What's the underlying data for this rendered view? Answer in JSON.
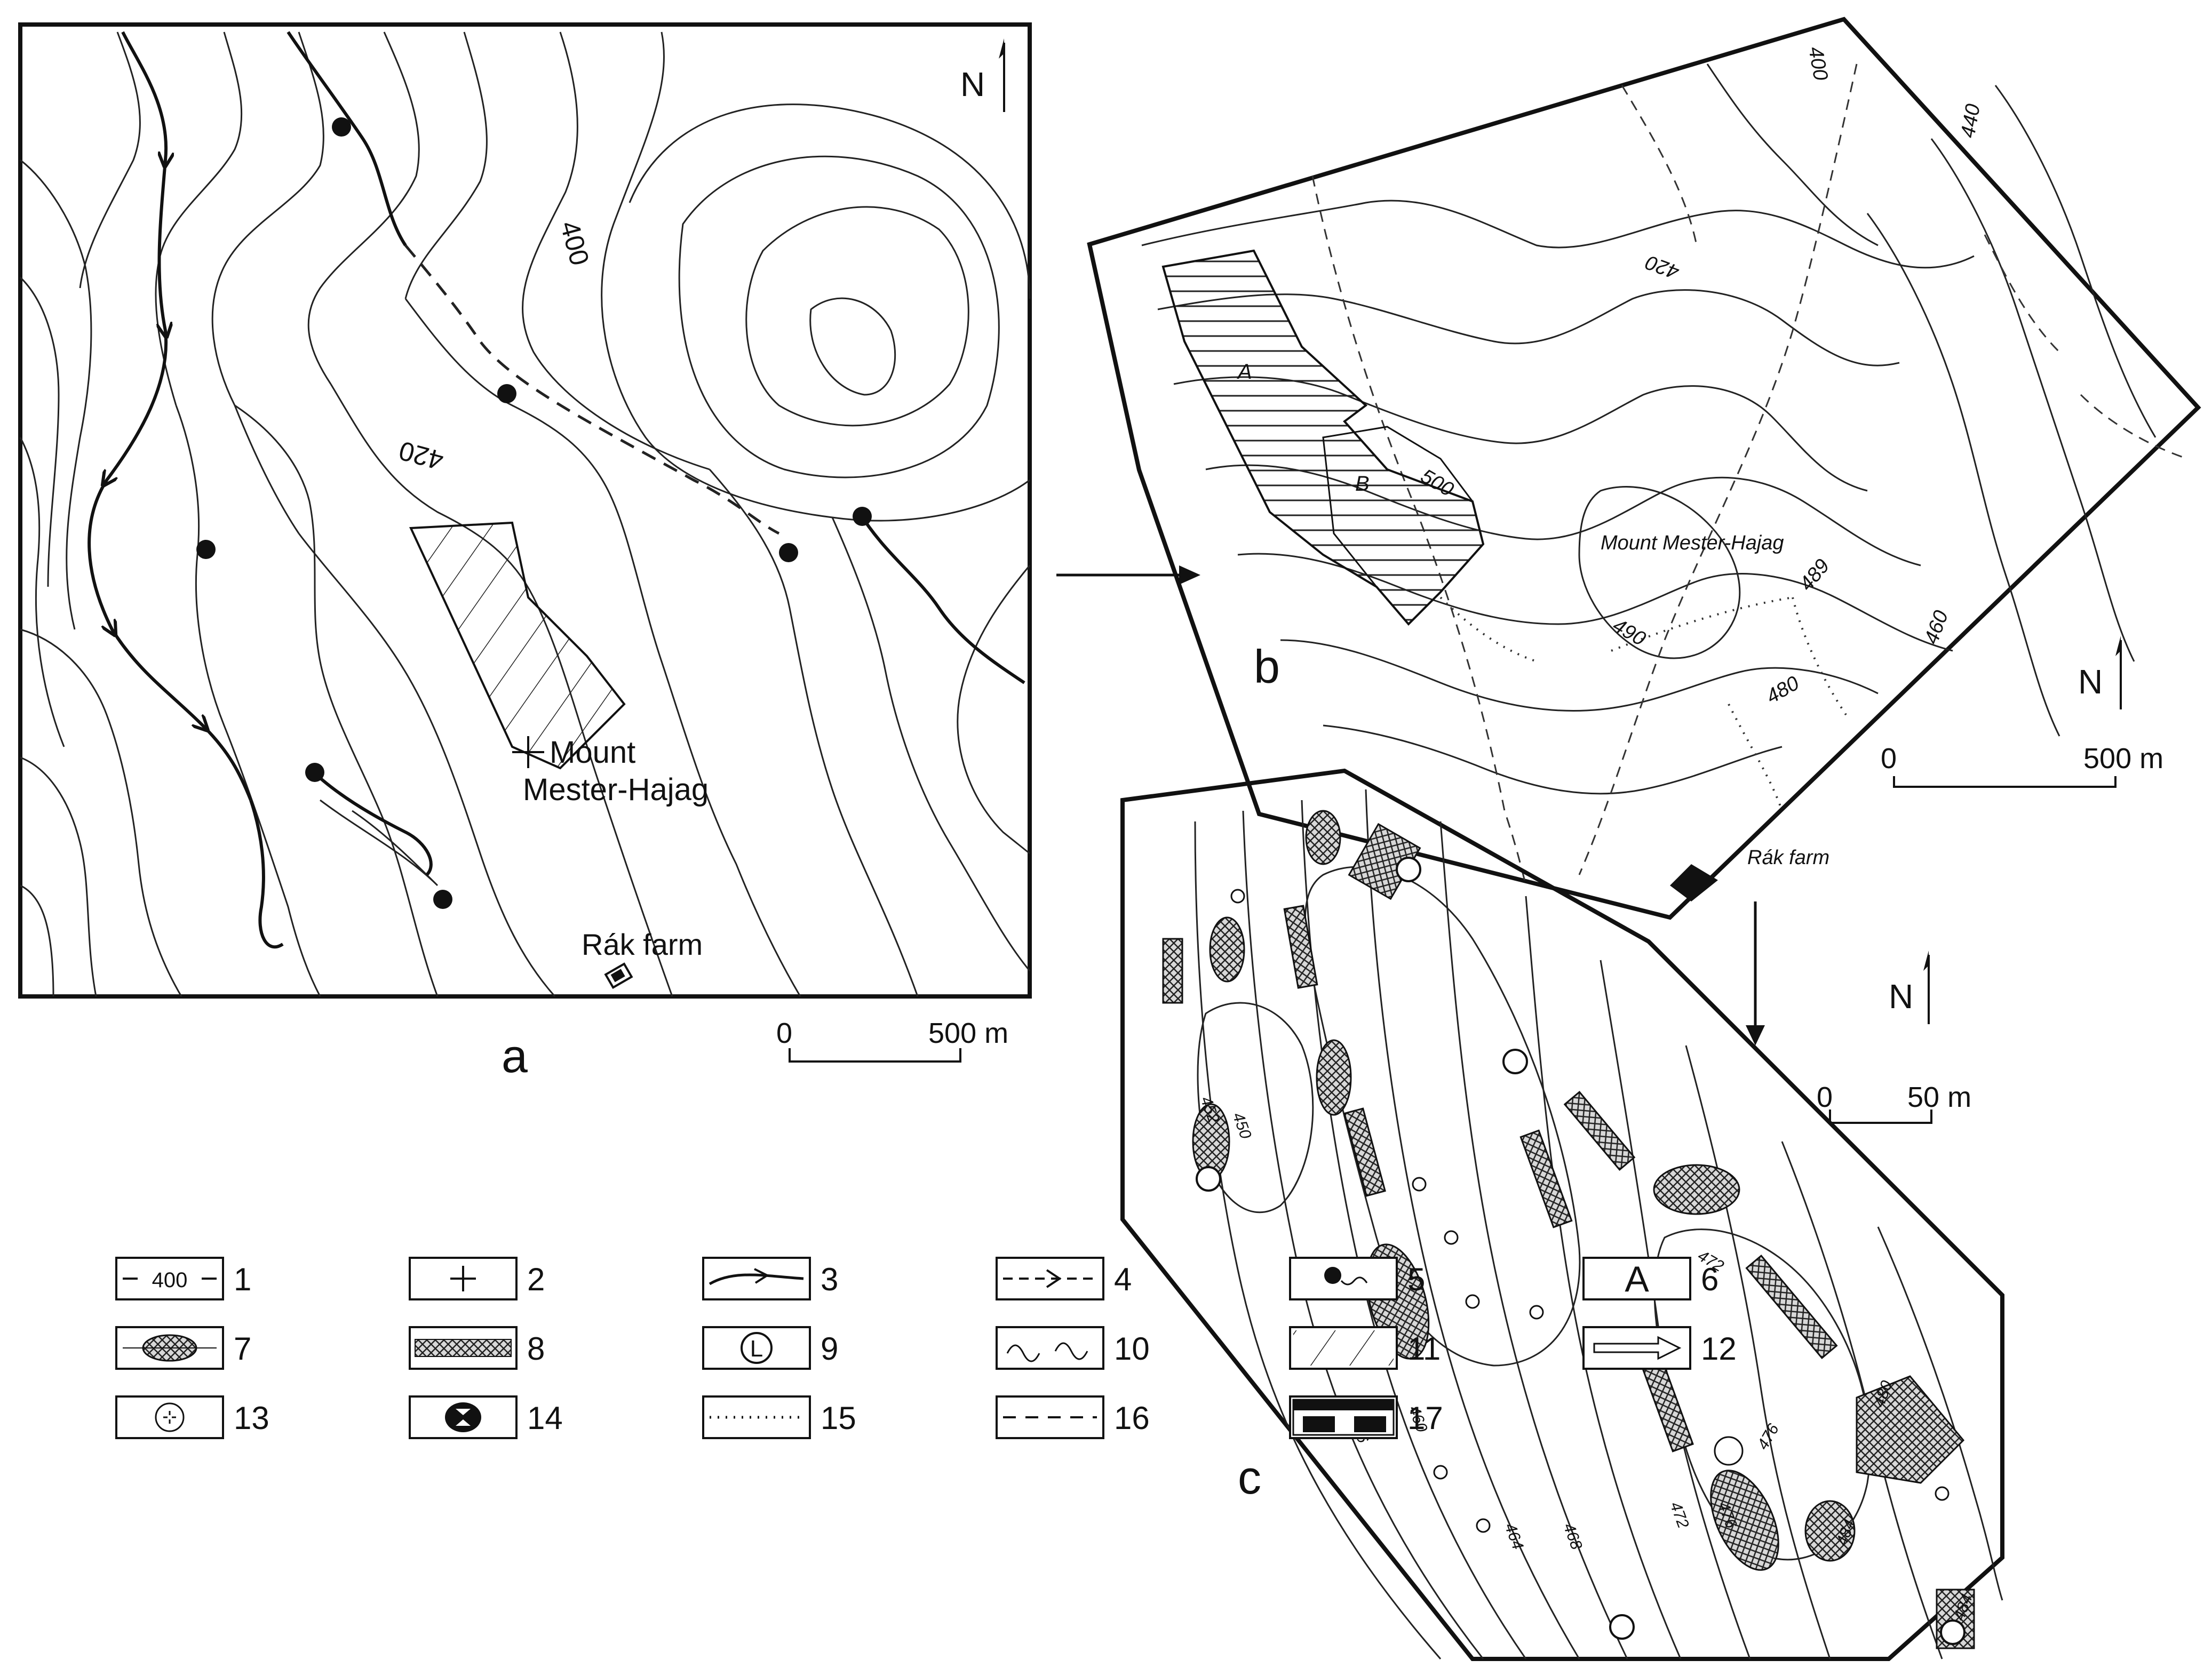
{
  "panels": {
    "a": {
      "letter": "a",
      "north": "N",
      "contour_labels": [
        "400",
        "420"
      ],
      "place_mount": [
        "Mount",
        "Mester-Hajag"
      ],
      "place_farm": "Rák farm",
      "scale": {
        "zero": "0",
        "end": "500 m"
      }
    },
    "b": {
      "letter": "b",
      "north": "N",
      "contour_labels": [
        "400",
        "420",
        "440",
        "460",
        "480",
        "490",
        "500",
        "489"
      ],
      "area_labels": [
        "A",
        "B"
      ],
      "place_mount": "Mount Mester-Hajag",
      "place_farm": "Rák farm",
      "scale": {
        "zero": "0",
        "end": "500 m"
      }
    },
    "c": {
      "letter": "c",
      "north": "N",
      "contour_labels": [
        "450",
        "452",
        "456",
        "460",
        "464",
        "468",
        "472",
        "476",
        "480",
        "484",
        "472",
        "476",
        "484"
      ],
      "scale": {
        "zero": "0",
        "end": "50 m"
      }
    }
  },
  "legend": [
    {
      "num": "1",
      "symbol": "contour-line",
      "text": "400"
    },
    {
      "num": "2",
      "symbol": "summit-cross"
    },
    {
      "num": "3",
      "symbol": "stream-arrow"
    },
    {
      "num": "4",
      "symbol": "intermittent-stream"
    },
    {
      "num": "5",
      "symbol": "spring"
    },
    {
      "num": "6",
      "symbol": "letter-a",
      "text": "A"
    },
    {
      "num": "7",
      "symbol": "cross-hatched-ellipse"
    },
    {
      "num": "8",
      "symbol": "cross-hatched-band"
    },
    {
      "num": "9",
      "symbol": "circled-l",
      "text": "L"
    },
    {
      "num": "10",
      "symbol": "wavy-line"
    },
    {
      "num": "11",
      "symbol": "diagonal-hatch"
    },
    {
      "num": "12",
      "symbol": "hollow-arrow"
    },
    {
      "num": "13",
      "symbol": "circle-with-ticks"
    },
    {
      "num": "14",
      "symbol": "dark-circle-with-ticks"
    },
    {
      "num": "15",
      "symbol": "dotted-line"
    },
    {
      "num": "16",
      "symbol": "dashed-line"
    },
    {
      "num": "17",
      "symbol": "building"
    }
  ]
}
